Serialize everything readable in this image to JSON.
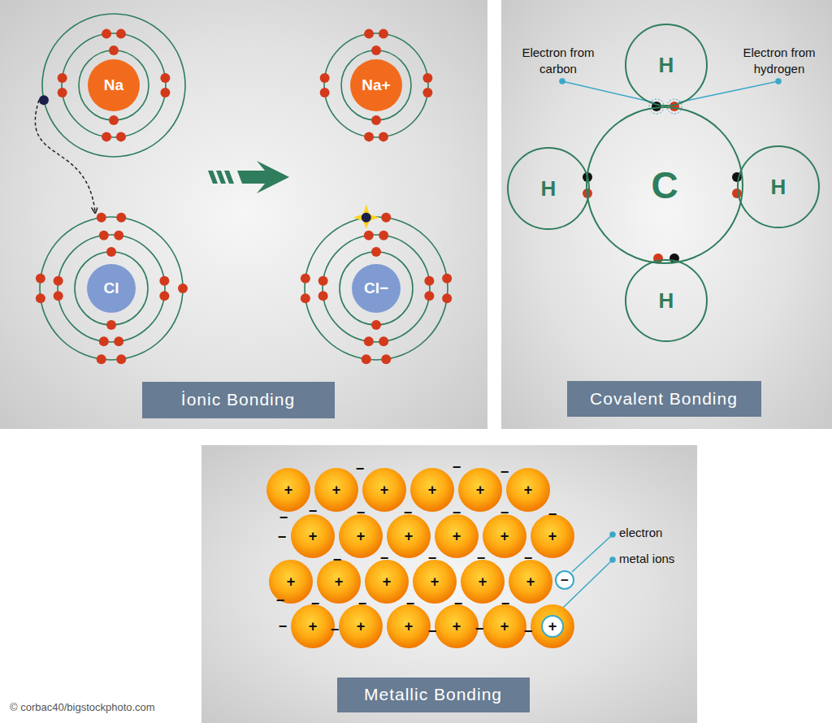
{
  "diagram": {
    "nodes": [
      {
        "text": [
          "Na"
        ]
      },
      {
        "text": [
          "Na+"
        ]
      },
      {
        "text": [
          "Cl"
        ]
      },
      {
        "text": [
          "Cl−"
        ]
      },
      {
        "text": [
          "İonic Bonding"
        ]
      },
      {
        "text": [
          "H"
        ]
      },
      {
        "text": [
          "H"
        ]
      },
      {
        "text": [
          "C"
        ]
      },
      {
        "text": [
          "H"
        ]
      },
      {
        "text": [
          "H"
        ]
      },
      {
        "text": [
          "Covalent Bonding"
        ]
      },
      {
        "text": [
          "+"
        ]
      },
      {
        "text": [
          "+"
        ]
      },
      {
        "text": [
          "+"
        ]
      },
      {
        "text": [
          "+"
        ]
      },
      {
        "text": [
          "+"
        ]
      },
      {
        "text": [
          "+"
        ]
      },
      {
        "text": [
          "+"
        ]
      },
      {
        "text": [
          "+"
        ]
      },
      {
        "text": [
          "+"
        ]
      },
      {
        "text": [
          "+"
        ]
      },
      {
        "text": [
          "+"
        ]
      },
      {
        "text": [
          "+"
        ]
      },
      {
        "text": [
          "+"
        ]
      },
      {
        "text": [
          "+"
        ]
      },
      {
        "text": [
          "+"
        ]
      },
      {
        "text": [
          "+"
        ]
      },
      {
        "text": [
          "+"
        ]
      },
      {
        "text": [
          "+"
        ]
      },
      {
        "text": [
          "+"
        ]
      },
      {
        "text": [
          "+"
        ]
      },
      {
        "text": [
          "+"
        ]
      },
      {
        "text": [
          "+"
        ]
      },
      {
        "text": [
          "+"
        ]
      },
      {
        "text": [
          "+"
        ]
      },
      {
        "text": [
          "−"
        ]
      },
      {
        "text": [
          "Metallic Bonding"
        ]
      }
    ],
    "edges": [
      {
        "from": 0,
        "to": 2,
        "arrow": "to"
      }
    ],
    "labels": [
      "Electron from carbon",
      "Electron from hydrogen",
      "electron",
      "metal ions",
      "−",
      "−",
      "−",
      "−",
      "−",
      "−",
      "−",
      "−",
      "−",
      "−",
      "−",
      "−",
      "−",
      "−",
      "−",
      "−",
      "−",
      "−",
      "−",
      "−",
      "−",
      "−",
      "−",
      "−",
      "−",
      "−",
      "−",
      "© corbac40/bigstockphoto.com"
    ]
  }
}
